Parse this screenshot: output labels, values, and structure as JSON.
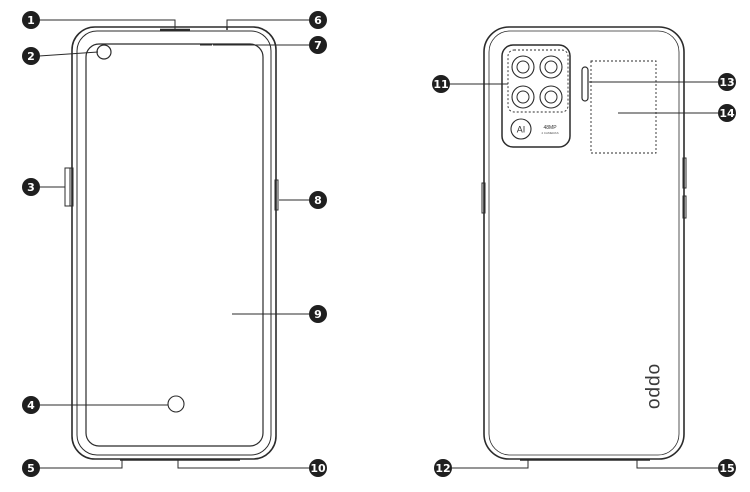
{
  "callouts": [
    {
      "number": "1"
    },
    {
      "number": "2"
    },
    {
      "number": "3"
    },
    {
      "number": "4"
    },
    {
      "number": "5"
    },
    {
      "number": "6"
    },
    {
      "number": "7"
    },
    {
      "number": "8"
    },
    {
      "number": "9"
    },
    {
      "number": "10"
    },
    {
      "number": "11"
    },
    {
      "number": "12"
    },
    {
      "number": "13"
    },
    {
      "number": "14"
    },
    {
      "number": "15"
    }
  ],
  "back": {
    "brand": "oppo",
    "camera_ai": "AI",
    "camera_mp": "48MP",
    "camera_sub": "4 CAMERAS"
  },
  "colors": {
    "line": "#2b2b2b",
    "callout_fill": "#1f1f1f"
  }
}
